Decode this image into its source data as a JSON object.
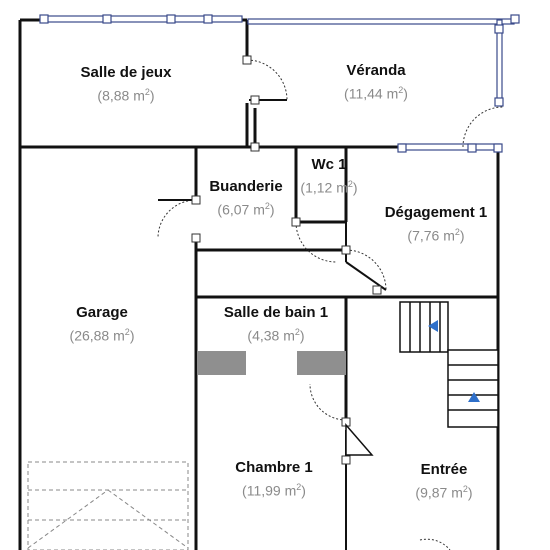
{
  "rooms": [
    {
      "id": "salle-de-jeux",
      "name": "Salle de jeux",
      "area": "8,88",
      "unit": "m",
      "exp": "2"
    },
    {
      "id": "veranda",
      "name": "Véranda",
      "area": "11,44",
      "unit": "m",
      "exp": "2"
    },
    {
      "id": "wc-1",
      "name": "Wc 1",
      "area": "1,12",
      "unit": "m",
      "exp": "2"
    },
    {
      "id": "buanderie",
      "name": "Buanderie",
      "area": "6,07",
      "unit": "m",
      "exp": "2"
    },
    {
      "id": "degagement-1",
      "name": "Dégagement 1",
      "area": "7,76",
      "unit": "m",
      "exp": "2"
    },
    {
      "id": "garage",
      "name": "Garage",
      "area": "26,88",
      "unit": "m",
      "exp": "2"
    },
    {
      "id": "salle-de-bain-1",
      "name": "Salle de bain 1",
      "area": "4,38",
      "unit": "m",
      "exp": "2"
    },
    {
      "id": "chambre-1",
      "name": "Chambre 1",
      "area": "11,99",
      "unit": "m",
      "exp": "2"
    },
    {
      "id": "entree",
      "name": "Entrée",
      "area": "9,87",
      "unit": "m",
      "exp": "2"
    }
  ],
  "colors": {
    "wall": "#111111",
    "window": "#3a4a8a",
    "stair_arrow": "#2e6fc9",
    "label_area": "#8a8a8a"
  }
}
